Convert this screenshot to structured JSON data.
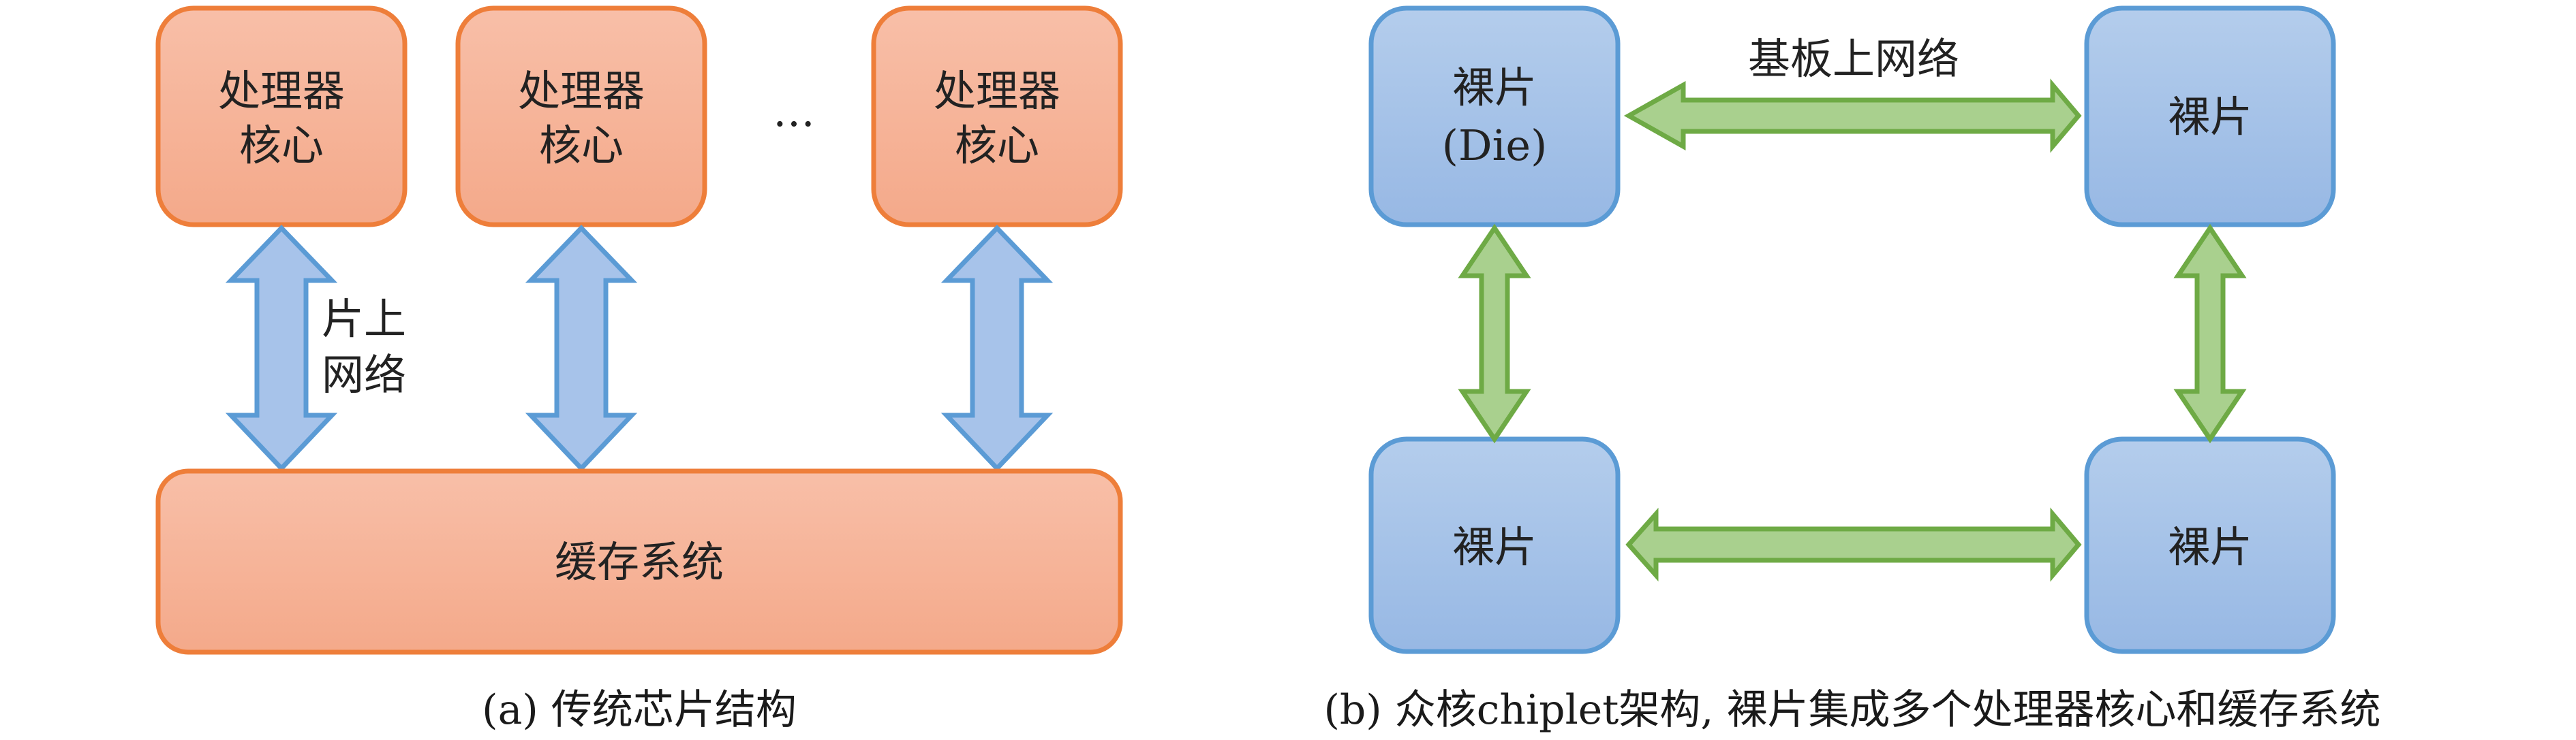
{
  "panel_a": {
    "cores": [
      {
        "line1": "处理器",
        "line2": "核心"
      },
      {
        "line1": "处理器",
        "line2": "核心"
      },
      {
        "line1": "处理器",
        "line2": "核心"
      }
    ],
    "ellipsis": "…",
    "noc_label_line1": "片上",
    "noc_label_line2": "网络",
    "cache_label": "缓存系统",
    "caption": "(a) 传统芯片结构"
  },
  "panel_b": {
    "dies": [
      {
        "line1": "裸片",
        "line2": "(Die)"
      },
      {
        "line1": "裸片",
        "line2": ""
      },
      {
        "line1": "裸片",
        "line2": ""
      },
      {
        "line1": "裸片",
        "line2": ""
      }
    ],
    "network_label": "基板上网络",
    "caption": "(b) 众核chiplet架构, 裸片集成多个处理器核心和缓存系统"
  },
  "colors": {
    "orange_fill_top": "#F8BFA8",
    "orange_fill_bottom": "#F4A98A",
    "orange_stroke": "#EE7E3A",
    "blue_fill_top": "#B4CDEC",
    "blue_fill_bottom": "#97B8E4",
    "blue_stroke": "#5B9BD5",
    "green_fill": "#A9D08E",
    "green_stroke": "#6EAA45",
    "blue_arrow_fill": "#A7C3EA",
    "blue_arrow_stroke": "#5B9BD5"
  }
}
